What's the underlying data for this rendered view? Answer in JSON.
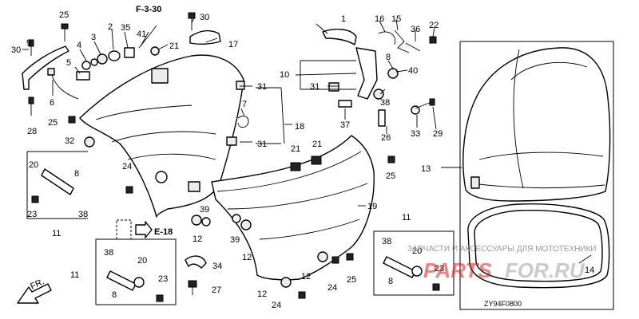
{
  "diagram": {
    "ref_top": "F-3-30",
    "ref_mid": "E-18",
    "direction_label": "FR.",
    "code": "ZY94F0800",
    "watermark_line": "ЗАПЧАСТИ И АКСЕССУАРЫ ДЛЯ МОТОТЕХНИКИ",
    "watermark_logo_a": "PARTS",
    "watermark_logo_b": "FOR.RU"
  },
  "callouts": [
    {
      "id": "c1",
      "text": "1"
    },
    {
      "id": "c2",
      "text": "2"
    },
    {
      "id": "c3",
      "text": "3"
    },
    {
      "id": "c4",
      "text": "4"
    },
    {
      "id": "c5",
      "text": "5"
    },
    {
      "id": "c6",
      "text": "6"
    },
    {
      "id": "c7",
      "text": "7"
    },
    {
      "id": "c8a",
      "text": "8"
    },
    {
      "id": "c8b",
      "text": "8"
    },
    {
      "id": "c8c",
      "text": "8"
    },
    {
      "id": "c8d",
      "text": "8"
    },
    {
      "id": "c9",
      "text": "9"
    },
    {
      "id": "c10",
      "text": "10"
    },
    {
      "id": "c11a",
      "text": "11"
    },
    {
      "id": "c11b",
      "text": "11"
    },
    {
      "id": "c11c",
      "text": "11"
    },
    {
      "id": "c12a",
      "text": "12"
    },
    {
      "id": "c12b",
      "text": "12"
    },
    {
      "id": "c12c",
      "text": "12"
    },
    {
      "id": "c12d",
      "text": "12"
    },
    {
      "id": "c13",
      "text": "13"
    },
    {
      "id": "c14",
      "text": "14"
    },
    {
      "id": "c15",
      "text": "15"
    },
    {
      "id": "c16",
      "text": "16"
    },
    {
      "id": "c17",
      "text": "17"
    },
    {
      "id": "c18",
      "text": "18"
    },
    {
      "id": "c19",
      "text": "19"
    },
    {
      "id": "c20a",
      "text": "20"
    },
    {
      "id": "c20b",
      "text": "20"
    },
    {
      "id": "c20c",
      "text": "20"
    },
    {
      "id": "c21a",
      "text": "21"
    },
    {
      "id": "c21b",
      "text": "21"
    },
    {
      "id": "c21c",
      "text": "21"
    },
    {
      "id": "c22",
      "text": "22"
    },
    {
      "id": "c23a",
      "text": "23"
    },
    {
      "id": "c23b",
      "text": "23"
    },
    {
      "id": "c23c",
      "text": "23"
    },
    {
      "id": "c24a",
      "text": "24"
    },
    {
      "id": "c24b",
      "text": "24"
    },
    {
      "id": "c24c",
      "text": "24"
    },
    {
      "id": "c25a",
      "text": "25"
    },
    {
      "id": "c25b",
      "text": "25"
    },
    {
      "id": "c25c",
      "text": "25"
    },
    {
      "id": "c25d",
      "text": "25"
    },
    {
      "id": "c26",
      "text": "26"
    },
    {
      "id": "c27",
      "text": "27"
    },
    {
      "id": "c28",
      "text": "28"
    },
    {
      "id": "c29",
      "text": "29"
    },
    {
      "id": "c30a",
      "text": "30"
    },
    {
      "id": "c30b",
      "text": "30"
    },
    {
      "id": "c31a",
      "text": "31"
    },
    {
      "id": "c31b",
      "text": "31"
    },
    {
      "id": "c31c",
      "text": "31"
    },
    {
      "id": "c32",
      "text": "32"
    },
    {
      "id": "c33",
      "text": "33"
    },
    {
      "id": "c34",
      "text": "34"
    },
    {
      "id": "c35",
      "text": "35"
    },
    {
      "id": "c36",
      "text": "36"
    },
    {
      "id": "c37",
      "text": "37"
    },
    {
      "id": "c38a",
      "text": "38"
    },
    {
      "id": "c38b",
      "text": "38"
    },
    {
      "id": "c38c",
      "text": "38"
    },
    {
      "id": "c38d",
      "text": "38"
    },
    {
      "id": "c39a",
      "text": "39"
    },
    {
      "id": "c39b",
      "text": "39"
    },
    {
      "id": "c40",
      "text": "40"
    },
    {
      "id": "c41",
      "text": "41"
    }
  ]
}
